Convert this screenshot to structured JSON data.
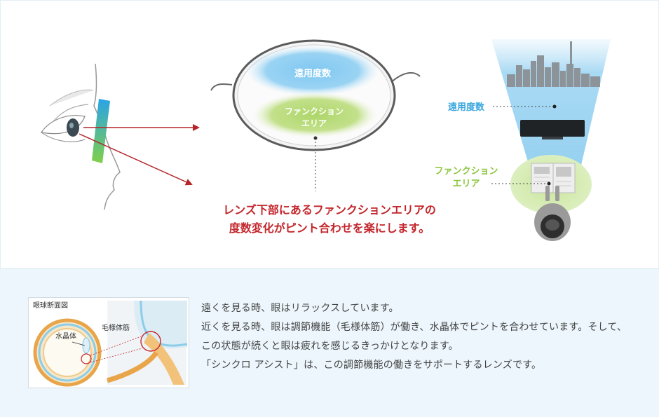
{
  "lens": {
    "far_label": "遠用度数",
    "function_label_line1": "ファンクション",
    "function_label_line2": "エリア"
  },
  "caption": {
    "line1": "レンズ下部にあるファンクションエリアの",
    "line2": "度数変化がピント合わせを楽にします。"
  },
  "right_diagram": {
    "far_label": "遠用度数",
    "function_label_line1": "ファンクション",
    "function_label_line2": "エリア"
  },
  "eyeball": {
    "title": "眼球断面図",
    "lens_label": "水晶体",
    "ciliary_label": "毛様体筋"
  },
  "body_text": {
    "p1": "遠くを見る時、眼はリラックスしています。",
    "p2": "近くを見る時、眼は調節機能（毛様体筋）が働き、水晶体でピントを合わせています。そして、この状態が続くと眼は疲れを感じるきっかけとなります。",
    "p3": "「シンクロ アシスト」は、この調節機能の働きをサポートするレンズです。"
  },
  "colors": {
    "far_blue": "#3aa6df",
    "function_green": "#8cc63f",
    "caption_red": "#c3262c",
    "arrow_red": "#b5252a",
    "band_bg": "#ecf6fc"
  }
}
